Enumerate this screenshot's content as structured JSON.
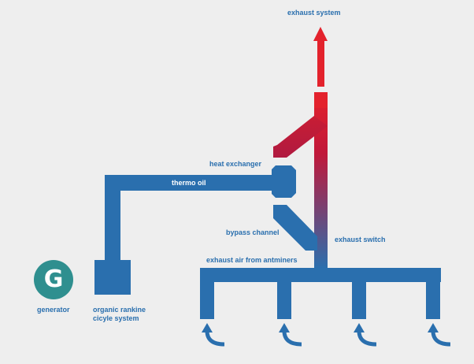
{
  "labels": {
    "exhaust_system": "exhaust system",
    "heat_exchanger": "heat exchanger",
    "thermo_oil": "thermo oil",
    "bypass_channel": "bypass channel",
    "exhaust_switch": "exhaust switch",
    "exhaust_air": "exhaust air from antminers",
    "generator": "generator",
    "orc_line1": "organic rankine",
    "orc_line2": "cicyle system"
  },
  "generator_letter": "G",
  "colors": {
    "background": "#eeeeee",
    "duct_blue": "#2a6fae",
    "exhaust_red": "#e3222c",
    "generator_teal": "#2f8f8f",
    "label_blue": "#2a6fae"
  }
}
